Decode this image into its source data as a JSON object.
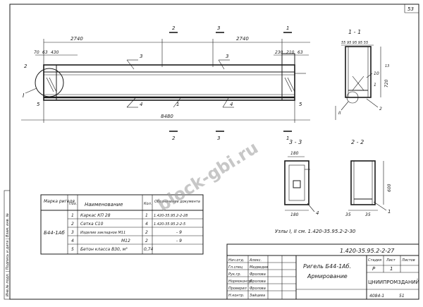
{
  "sheet": {
    "page_number": "53",
    "watermark": "block-gbi.ru"
  },
  "elevation": {
    "dim_left": "2740",
    "dim_right": "2740",
    "dim_total": "8480",
    "dim_left_a": "70",
    "dim_left_b": "430",
    "dim_left_c": "63",
    "dim_right_a": "230",
    "dim_right_b": "210",
    "dim_right_c": "63",
    "callout_3": "3",
    "callout_4": "4",
    "callout_5": "5",
    "callout_1": "1",
    "callout_2": "2",
    "callout_I": "I",
    "section_1": "1",
    "section_2": "2",
    "section_3": "3"
  },
  "section_1_1": {
    "title": "1 - 1",
    "dims_top": "55 95 95 95 55",
    "dim_height": "720",
    "dim_sub": "13",
    "callout_10": "10",
    "callout_1": "1",
    "callout_2": "2",
    "callout_II": "II"
  },
  "section_3_3": {
    "title": "3 - 3",
    "dim_top": "180",
    "dim_bottom": "180",
    "callout_4": "4"
  },
  "section_2_2": {
    "title": "2 - 2",
    "dim_height": "600",
    "dim_a": "35",
    "dim_b": "35",
    "callout_1": "1"
  },
  "table": {
    "headers": {
      "mark": "Марка ригеля",
      "pos": "Поз.",
      "name": "Наименование",
      "qty": "Кол.",
      "doc": "Обозначение документа"
    },
    "mark_value": "Б44-1Аб",
    "rows": [
      {
        "pos": "1",
        "name": "Каркас КП 28",
        "qty": "1",
        "doc": "1.420-35.95.2-2-28"
      },
      {
        "pos": "2",
        "name": "Сетка С10",
        "qty": "4",
        "doc": "1.420-35.95.2-2-5"
      },
      {
        "pos": "3",
        "name": "Изделие закладное М11",
        "qty": "2",
        "doc": "- 9"
      },
      {
        "pos": "4",
        "name": "М12",
        "qty": "2",
        "doc": "- 9"
      },
      {
        "pos": "5",
        "name": "Бетон класса В30, м³",
        "qty": "0,74",
        "doc": ""
      }
    ]
  },
  "note": "Узлы I, II см. 1.420-35.95.2-2-30",
  "title_block": {
    "code": "1.420-35.95.2-2-27",
    "title_line1": "Ригель Б44-1Аб.",
    "title_line2": "Армирование",
    "stage_label": "Стадия",
    "sheet_label": "Лист",
    "sheets_label": "Листов",
    "stage": "Р",
    "sheet": "1",
    "org": "ЦНИИПРОМЗДАНИЙ",
    "bottom_code": "4084-1",
    "bottom_num": "51",
    "rows": [
      "Нач.отд.",
      "Гл.спец",
      "Рук.гр.",
      "Нормоконтр.",
      "Проверил",
      "Н.контр."
    ],
    "names": [
      "Алекс.",
      "Медведев",
      "Фроловa",
      "Фролова",
      "Фролова",
      "Зайцева"
    ]
  },
  "side_stamp": "Инв.№ подл. | Подпись и дата | Взам. инв. №"
}
